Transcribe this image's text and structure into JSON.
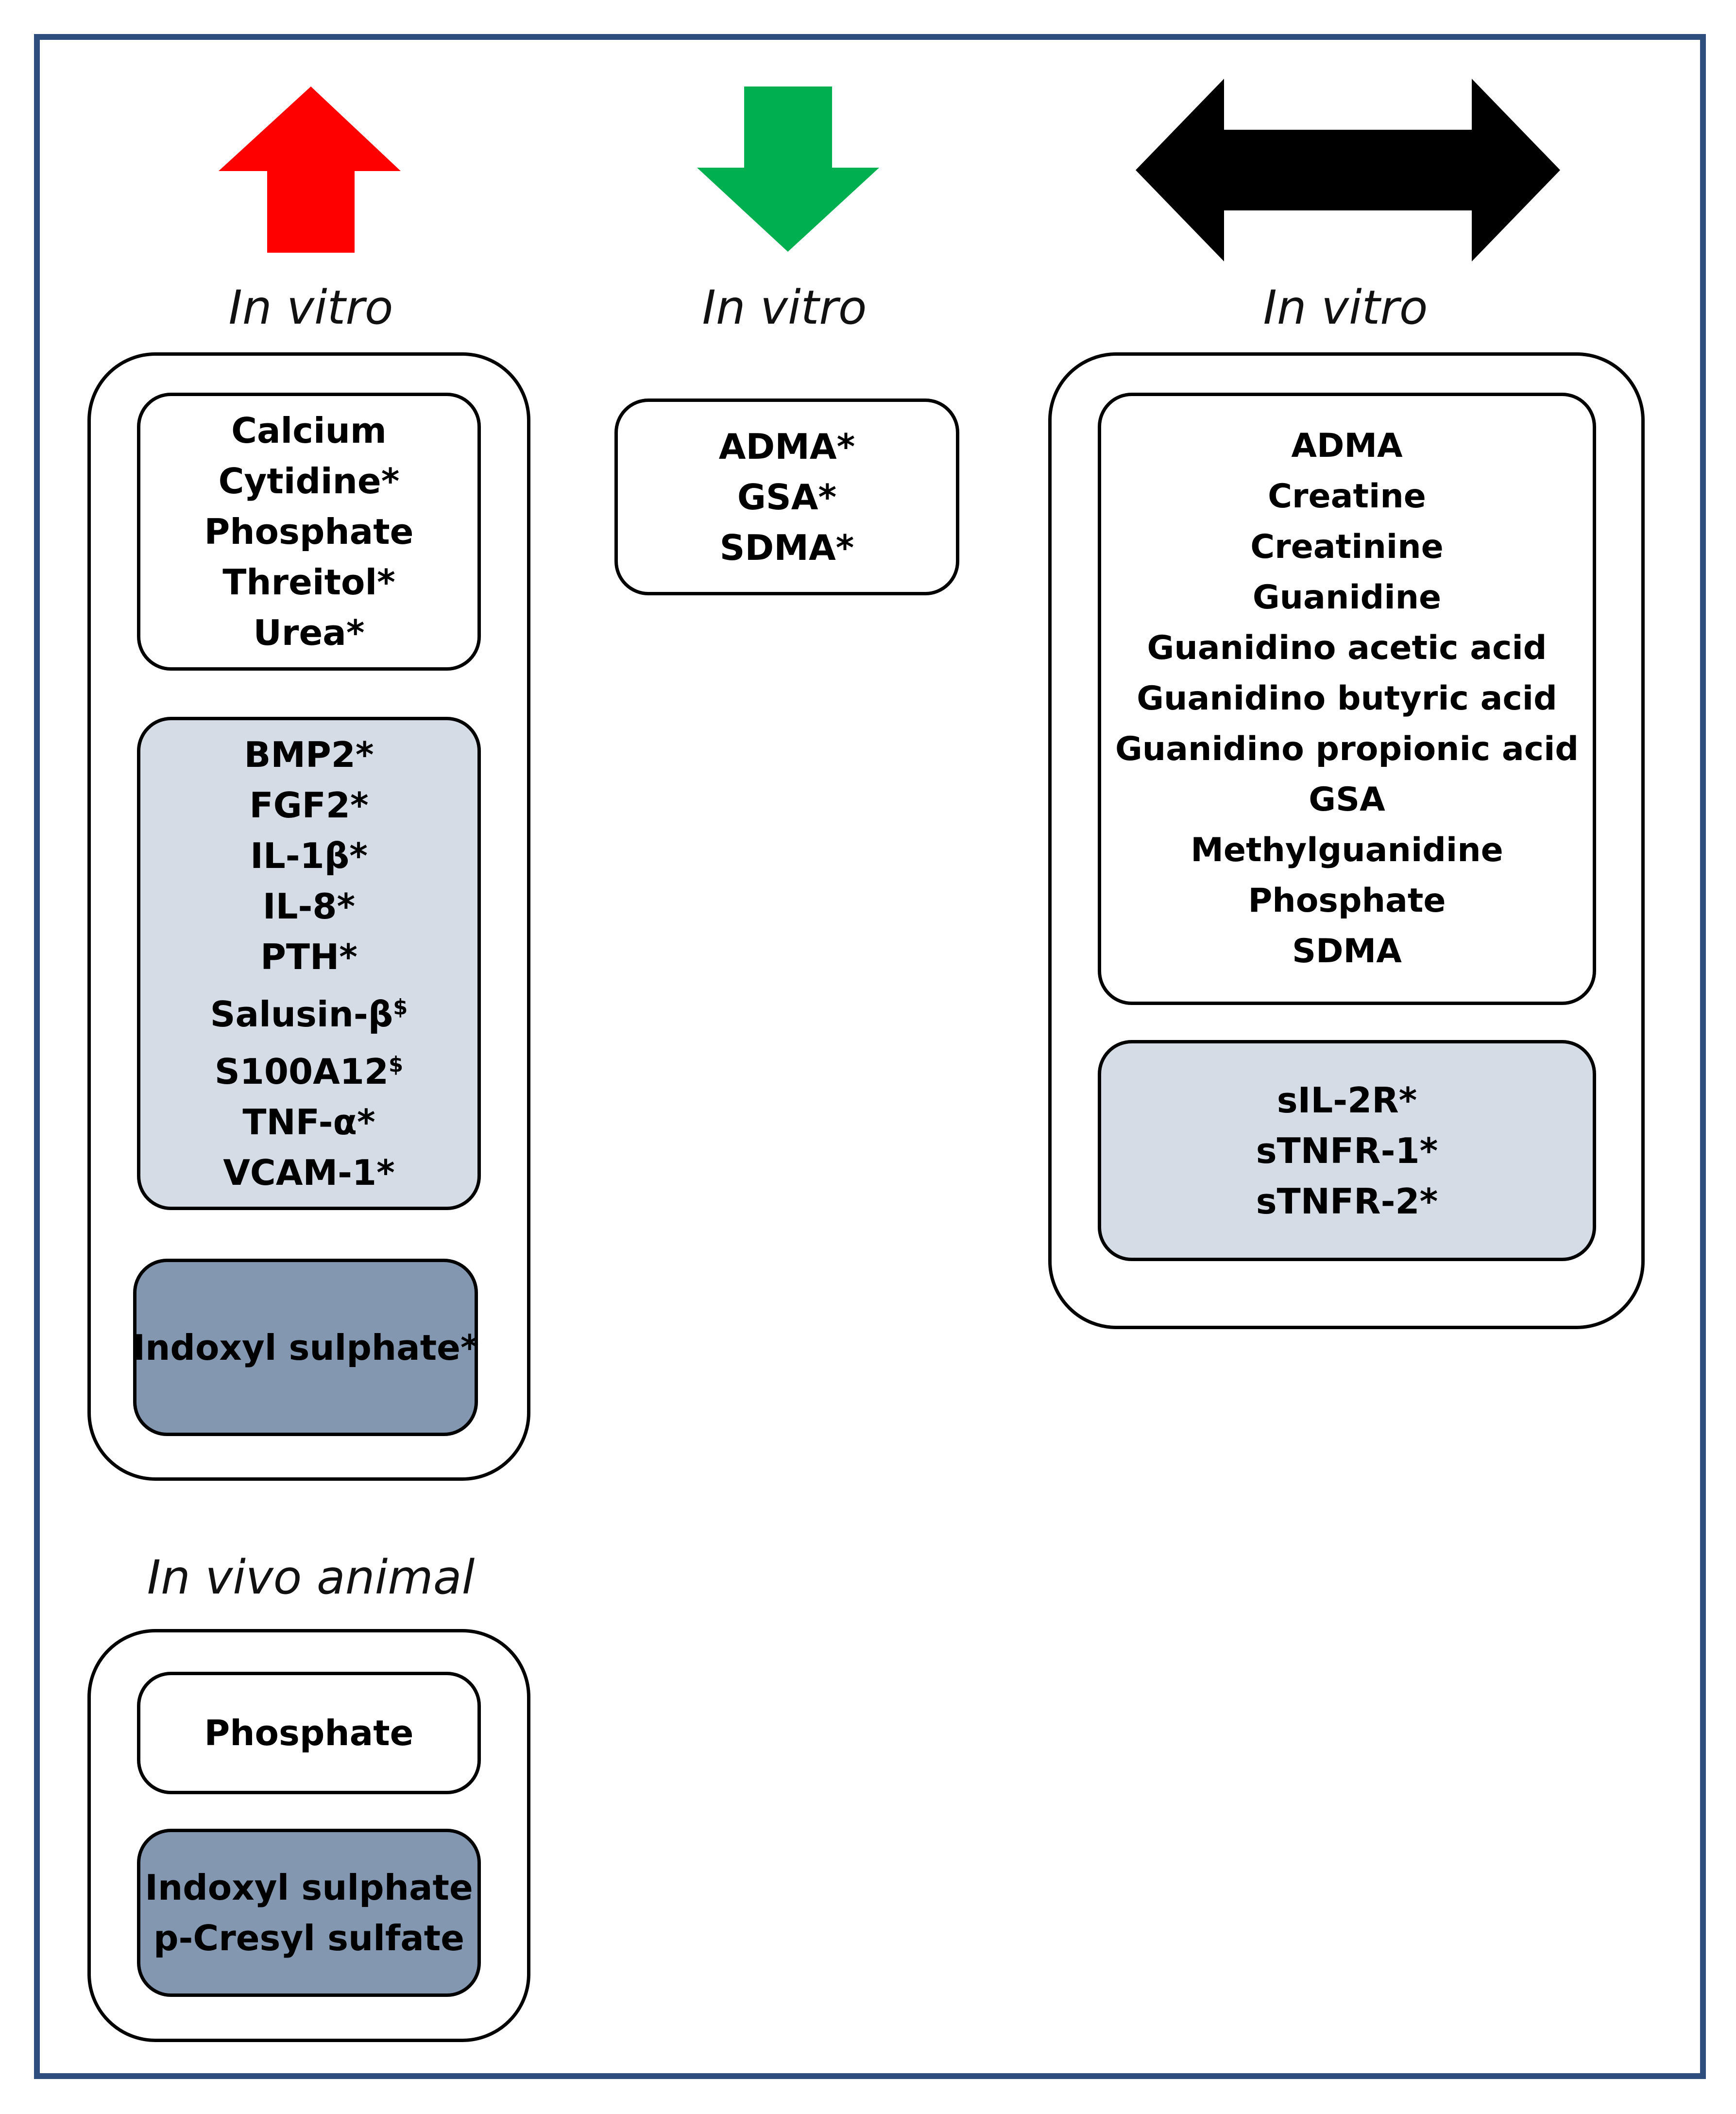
{
  "arrows": [
    {
      "direction": "up",
      "color": "#ff0000"
    },
    {
      "direction": "down",
      "color": "#00b050"
    },
    {
      "direction": "both",
      "color": "#000000"
    }
  ],
  "columns": {
    "increase": {
      "header": "In vitro",
      "white_items": [
        "Calcium",
        "Cytidine*",
        "Phosphate",
        "Threitol*",
        "Urea*"
      ],
      "light_items": [
        "BMP2*",
        "FGF2*",
        "IL-1β*",
        "IL-8*",
        "PTH*",
        "Salusin-β$",
        "S100A12$",
        "TNF-α*",
        "VCAM-1*"
      ],
      "dark_items": [
        "Indoxyl sulphate*"
      ],
      "in_vivo_header": "In vivo animal",
      "in_vivo_white_items": [
        "Phosphate"
      ],
      "in_vivo_dark_items": [
        "Indoxyl sulphate",
        "p-Cresyl sulfate"
      ]
    },
    "decrease": {
      "header": "In vitro",
      "white_items": [
        "ADMA*",
        "GSA*",
        "SDMA*"
      ]
    },
    "no_change": {
      "header": "In vitro",
      "white_items": [
        "ADMA",
        "Creatine",
        "Creatinine",
        "Guanidine",
        "Guanidino acetic acid",
        "Guanidino butyric acid",
        "Guanidino propionic acid",
        "GSA",
        "Methylguanidine",
        "Phosphate",
        "SDMA"
      ],
      "light_items": [
        "sIL-2R*",
        "sTNFR-1*",
        "sTNFR-2*"
      ]
    }
  },
  "colors": {
    "frame_border": "#2e4f7e",
    "box_white": "#ffffff",
    "box_light": "#d6dce5",
    "box_dark": "#8497b0"
  }
}
